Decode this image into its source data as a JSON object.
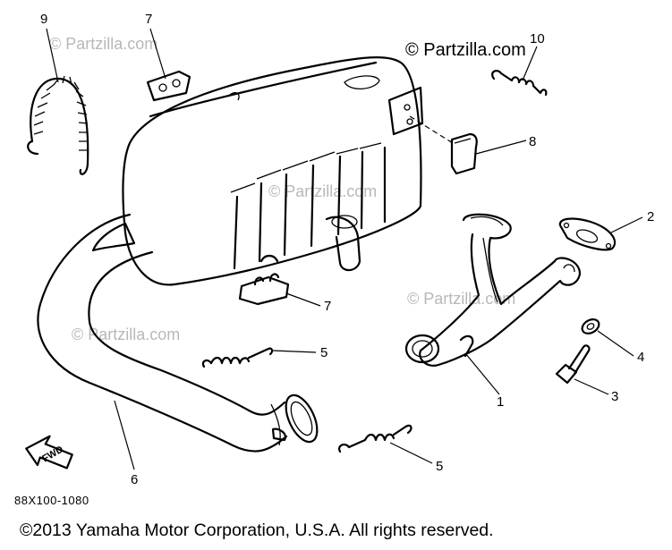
{
  "diagram": {
    "callouts": [
      "1",
      "2",
      "3",
      "4",
      "5",
      "5",
      "6",
      "7",
      "7",
      "8",
      "9",
      "10"
    ],
    "fwd_label": "FWD",
    "diagram_code": "88X100-1080",
    "watermark_primary": "© Partzilla.com",
    "watermark_faint": "© Partzilla.com",
    "copyright": "©2013 Yamaha Motor Corporation, U.S.A. All rights reserved."
  }
}
